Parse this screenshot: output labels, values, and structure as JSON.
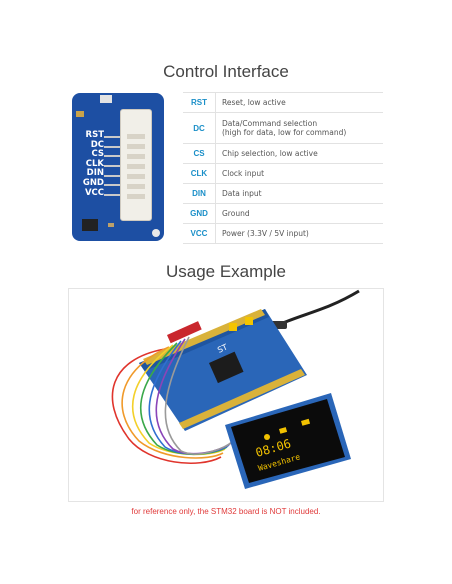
{
  "control_interface": {
    "title": "Control Interface",
    "board_pins": [
      "RST",
      "DC",
      "CS",
      "CLK",
      "DIN",
      "GND",
      "VCC"
    ],
    "pins": [
      {
        "name": "RST",
        "desc": "Reset, low active"
      },
      {
        "name": "DC",
        "desc": "Data/Command selection\n(high for data, low for command)"
      },
      {
        "name": "CS",
        "desc": "Chip selection, low active"
      },
      {
        "name": "CLK",
        "desc": "Clock input"
      },
      {
        "name": "DIN",
        "desc": "Data input"
      },
      {
        "name": "GND",
        "desc": "Ground"
      },
      {
        "name": "VCC",
        "desc": "Power (3.3V / 5V input)"
      }
    ]
  },
  "usage_example": {
    "title": "Usage Example",
    "oled_time": "08:06",
    "oled_brand": "Waveshare",
    "caption": "for reference only, the STM32 board is NOT included."
  },
  "colors": {
    "pin_name": "#1a8fc8",
    "caption": "#e03a3a",
    "board_blue": "#1d4fa3",
    "oled_text": "#f2c200"
  }
}
